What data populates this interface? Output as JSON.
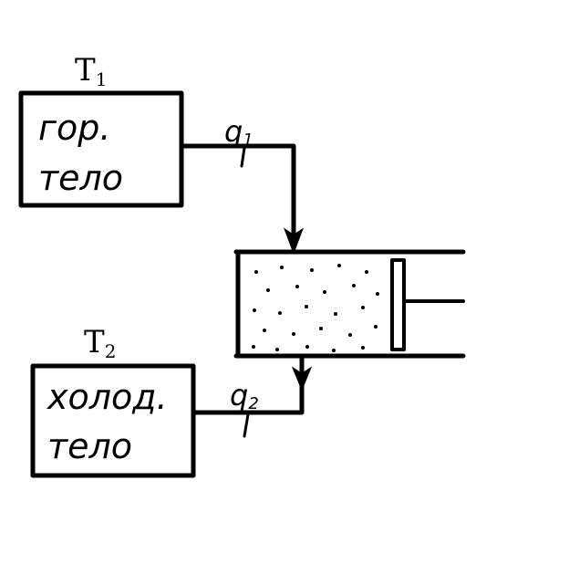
{
  "hot_body": {
    "temperature_label": "T",
    "temperature_sub": "1",
    "line1": "гор.",
    "line2": "тело"
  },
  "cold_body": {
    "temperature_label": "T",
    "temperature_sub": "2",
    "line1": "холод.",
    "line2": "тело"
  },
  "heat_in": {
    "label": "q",
    "sub": "1"
  },
  "heat_out": {
    "label": "q",
    "sub": "2"
  }
}
